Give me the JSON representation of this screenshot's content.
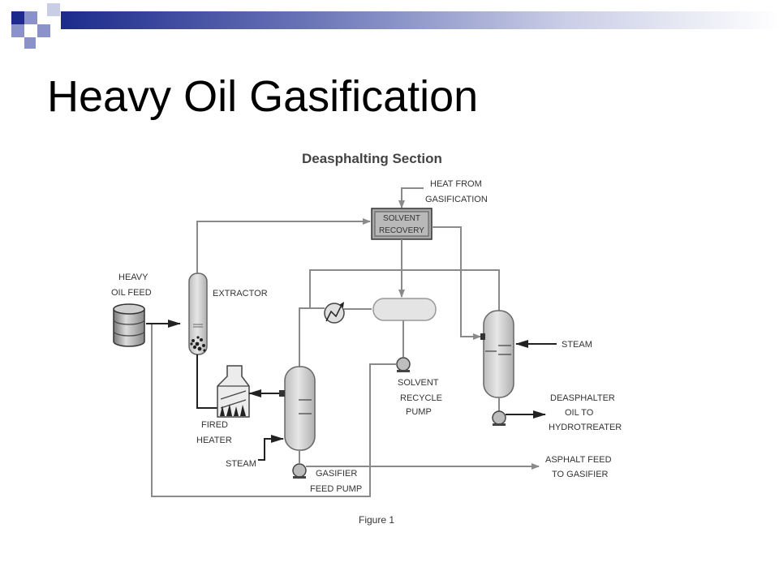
{
  "slide": {
    "title": "Heavy Oil Gasification"
  },
  "diagram": {
    "section_title": "Deasphalting Section",
    "caption": "Figure 1",
    "labels": {
      "heavy_oil_feed_1": "HEAVY",
      "heavy_oil_feed_2": "OIL FEED",
      "extractor": "EXTRACTOR",
      "heat_from_1": "HEAT FROM",
      "heat_from_2": "GASIFICATION",
      "solvent_recovery_1": "SOLVENT",
      "solvent_recovery_2": "RECOVERY",
      "fired_heater_1": "FIRED",
      "fired_heater_2": "HEATER",
      "steam_left": "STEAM",
      "steam_right": "STEAM",
      "solvent_pump_1": "SOLVENT",
      "solvent_pump_2": "RECYCLE",
      "solvent_pump_3": "PUMP",
      "gasifier_pump_1": "GASIFIER",
      "gasifier_pump_2": "FEED PUMP",
      "dao_1": "DEASPHALTER",
      "dao_2": "OIL TO",
      "dao_3": "HYDROTREATER",
      "asphalt_1": "ASPHALT FEED",
      "asphalt_2": "TO GASIFIER"
    }
  },
  "colors": {
    "accent_dark": "#1c2a8c",
    "accent_light": "#8a92c8",
    "line": "#8a8a8a",
    "vessel": "#c8c8c8"
  },
  "icons": [
    "heavy-oil-drum-icon",
    "fired-heater-icon",
    "heat-exchanger-icon",
    "pump-icon"
  ]
}
